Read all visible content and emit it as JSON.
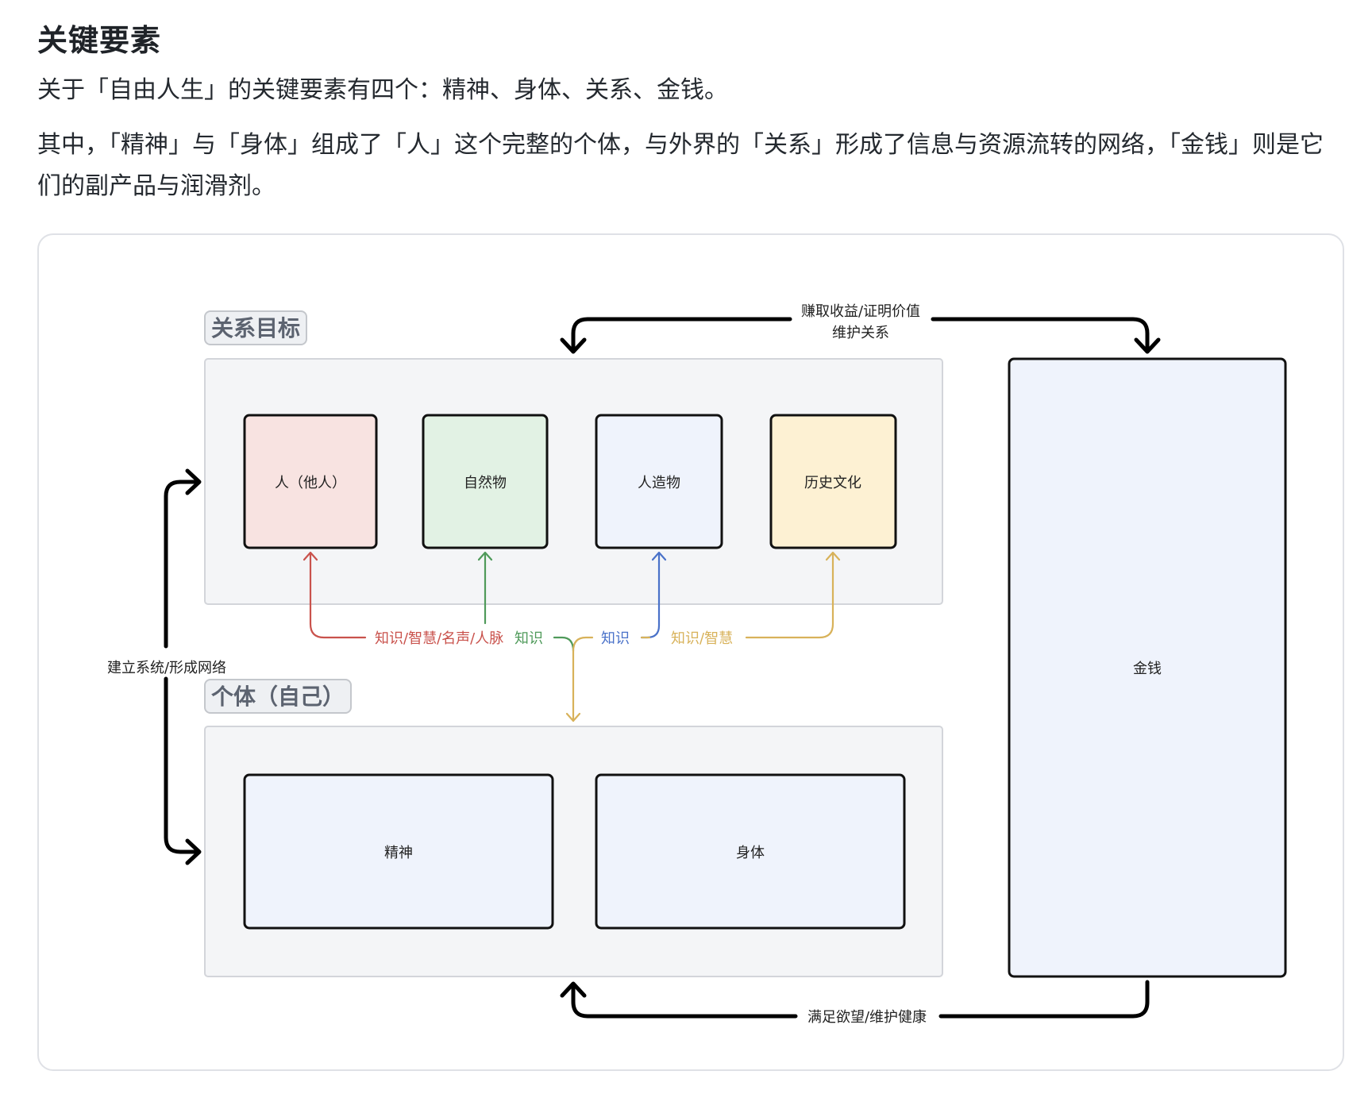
{
  "heading": "关键要素",
  "paragraphs": [
    "关于「自由人生」的关键要素有四个：精神、身体、关系、金钱。",
    "其中，「精神」与「身体」组成了「人」这个完整的个体，与外界的「关系」形成了信息与资源流转的网络，「金钱」则是它们的副产品与润滑剂。"
  ],
  "diagram": {
    "groups": {
      "relations": {
        "label": "关系目标"
      },
      "self": {
        "label": "个体（自己）"
      }
    },
    "relation_nodes": [
      {
        "label": "人（他人）",
        "fill": "#f8e3e1",
        "flow_color": "#c9524c"
      },
      {
        "label": "自然物",
        "fill": "#e2f2e4",
        "flow_color": "#4f9a5a"
      },
      {
        "label": "人造物",
        "fill": "#eff3fc",
        "flow_color": "#4a72c9"
      },
      {
        "label": "历史文化",
        "fill": "#fdf1d3",
        "flow_color": "#d8b25a"
      }
    ],
    "self_nodes": [
      {
        "label": "精神",
        "fill": "#eff3fc"
      },
      {
        "label": "身体",
        "fill": "#eff3fc"
      }
    ],
    "money_node": {
      "label": "金钱",
      "fill": "#eff3fc"
    },
    "flow_labels": [
      {
        "text": "知识/智慧/名声/人脉",
        "color": "#c9524c"
      },
      {
        "text": "知识",
        "color": "#4f9a5a"
      },
      {
        "text": "知识",
        "color": "#4a72c9"
      },
      {
        "text": "知识/智慧",
        "color": "#d8b25a"
      }
    ],
    "edges": {
      "top_line1": "赚取收益/证明价值",
      "top_line2": "维护关系",
      "bottom": "满足欲望/维护健康",
      "left": "建立系统/形成网络"
    },
    "colors": {
      "group_fill": "#f4f5f7",
      "group_stroke": "#d3d5da",
      "tag_fill": "#eef0f3",
      "tag_stroke": "#c4c7cc",
      "edge": "#000000"
    }
  }
}
